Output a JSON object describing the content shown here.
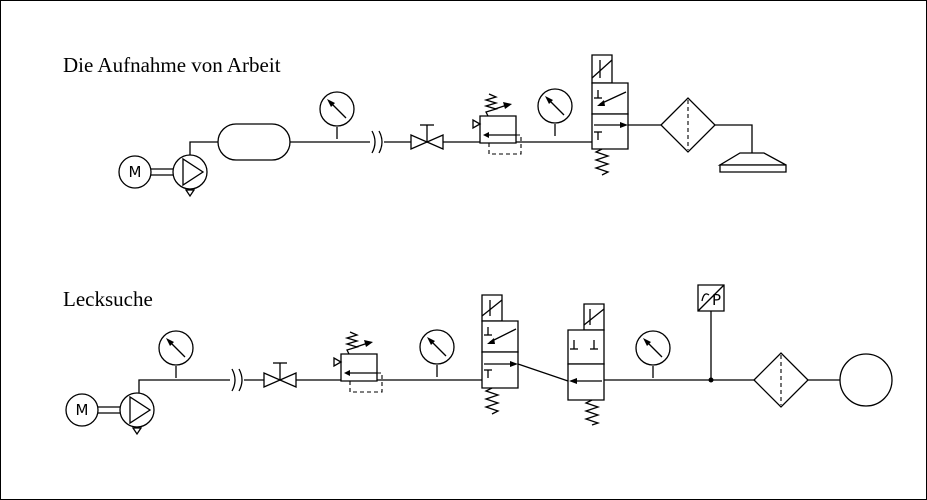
{
  "diagrams": [
    {
      "title": "Die Aufnahme von Arbeit"
    },
    {
      "title": "Lecksuche"
    }
  ],
  "symbol_labels": {
    "motor": "M",
    "pressure_switch": "P"
  },
  "colors": {
    "line": "#000000",
    "background": "#ffffff"
  }
}
